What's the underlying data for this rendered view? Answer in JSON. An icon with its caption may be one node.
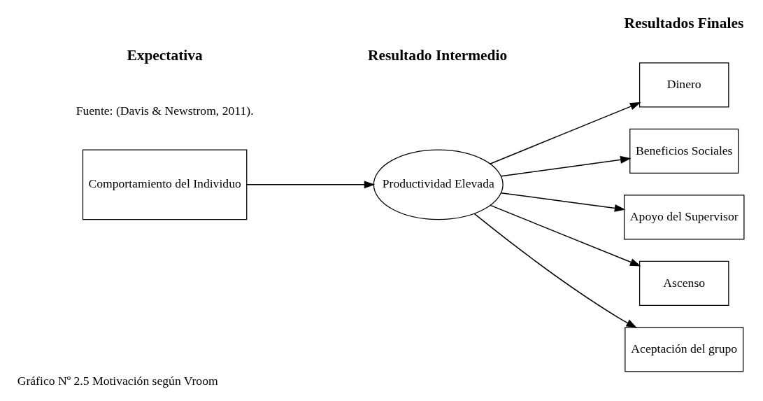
{
  "diagram": {
    "caption": "Gráfico Nº 2.5 Motivación según Vroom",
    "nodes": [
      {
        "text": [
          "Comportamiento del Individuo"
        ]
      },
      {
        "text": [
          "Productividad Elevada"
        ]
      },
      {
        "text": [
          "Dinero"
        ]
      },
      {
        "text": [
          "Beneficios Sociales"
        ]
      },
      {
        "text": [
          "Apoyo del Supervisor"
        ]
      },
      {
        "text": [
          "Ascenso"
        ]
      },
      {
        "text": [
          "Aceptación del grupo"
        ]
      }
    ],
    "edges": [
      {
        "from": 0,
        "to": 1,
        "arrow": "to"
      },
      {
        "from": 1,
        "to": 2,
        "arrow": "to"
      },
      {
        "from": 1,
        "to": 3,
        "arrow": "to"
      },
      {
        "from": 1,
        "to": 4,
        "arrow": "to"
      },
      {
        "from": 1,
        "to": 5,
        "arrow": "to"
      },
      {
        "from": 1,
        "to": 6,
        "arrow": "to"
      }
    ],
    "labels": [
      "Expectativa",
      "Resultado Intermedio",
      "Resultados Finales",
      "Fuente: (Davis & Newstrom, 2011)."
    ]
  }
}
